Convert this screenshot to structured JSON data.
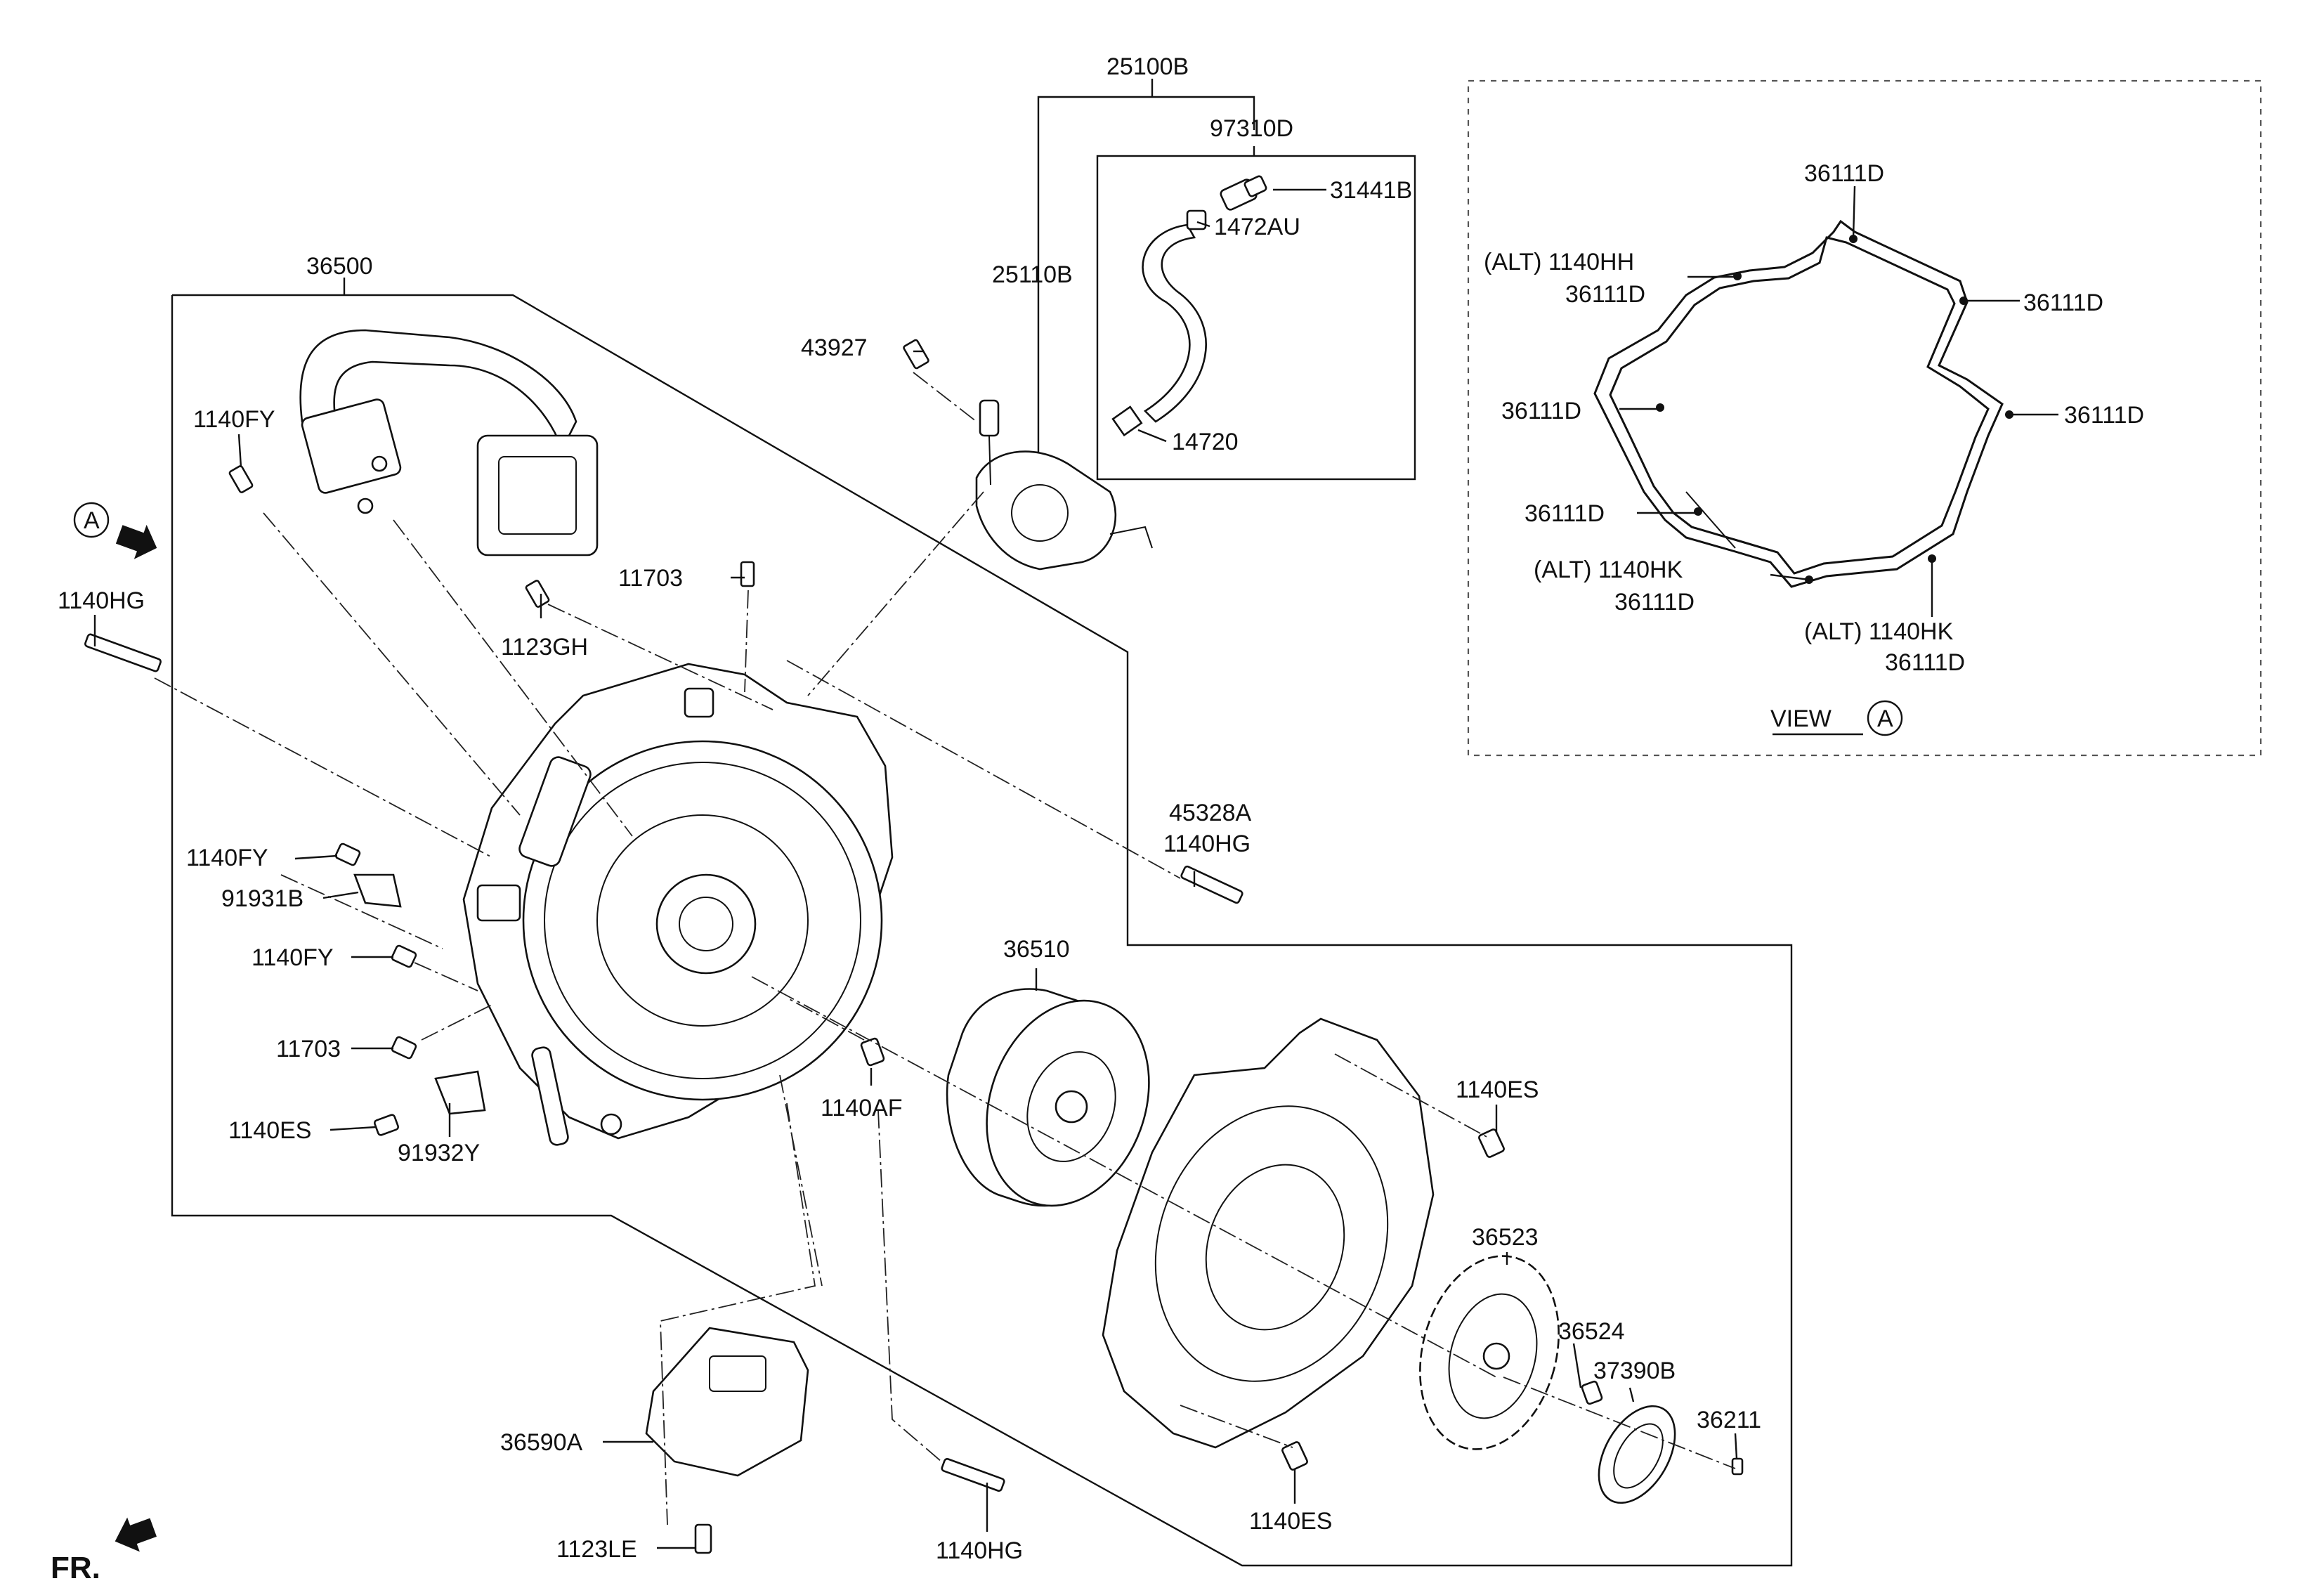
{
  "labels": {
    "p25100B": "25100B",
    "p97310D": "97310D",
    "p31441B": "31441B",
    "p1472AU": "1472AU",
    "p25110B": "25110B",
    "p14720": "14720",
    "p43927": "43927",
    "p36500": "36500",
    "p1140FY_a": "1140FY",
    "p11703_a": "11703",
    "p1123GH": "1123GH",
    "p1140HG_a": "1140HG",
    "p45328A": "45328A",
    "p1140HG_b": "1140HG",
    "p1140FY_b": "1140FY",
    "p91931B": "91931B",
    "p1140FY_c": "1140FY",
    "p11703_b": "11703",
    "p1140ES_a": "1140ES",
    "p91932Y": "91932Y",
    "p36510": "36510",
    "p1140AF": "1140AF",
    "p1140ES_b": "1140ES",
    "p36523": "36523",
    "p36524": "36524",
    "p37390B": "37390B",
    "p36211": "36211",
    "p36590A": "36590A",
    "p1123LE": "1123LE",
    "p1140HG_c": "1140HG",
    "p1140ES_c": "1140ES",
    "fr": "FR.",
    "callout_a": "A"
  },
  "view_a": {
    "v1": "36111D",
    "v2a": "(ALT) 1140HH",
    "v2b": "36111D",
    "v3": "36111D",
    "v4": "36111D",
    "v5": "36111D",
    "v6": "36111D",
    "v7a": "(ALT) 1140HK",
    "v7b": "36111D",
    "v8a": "(ALT) 1140HK",
    "v8b": "36111D",
    "view_label": "VIEW",
    "view_letter": "A"
  }
}
